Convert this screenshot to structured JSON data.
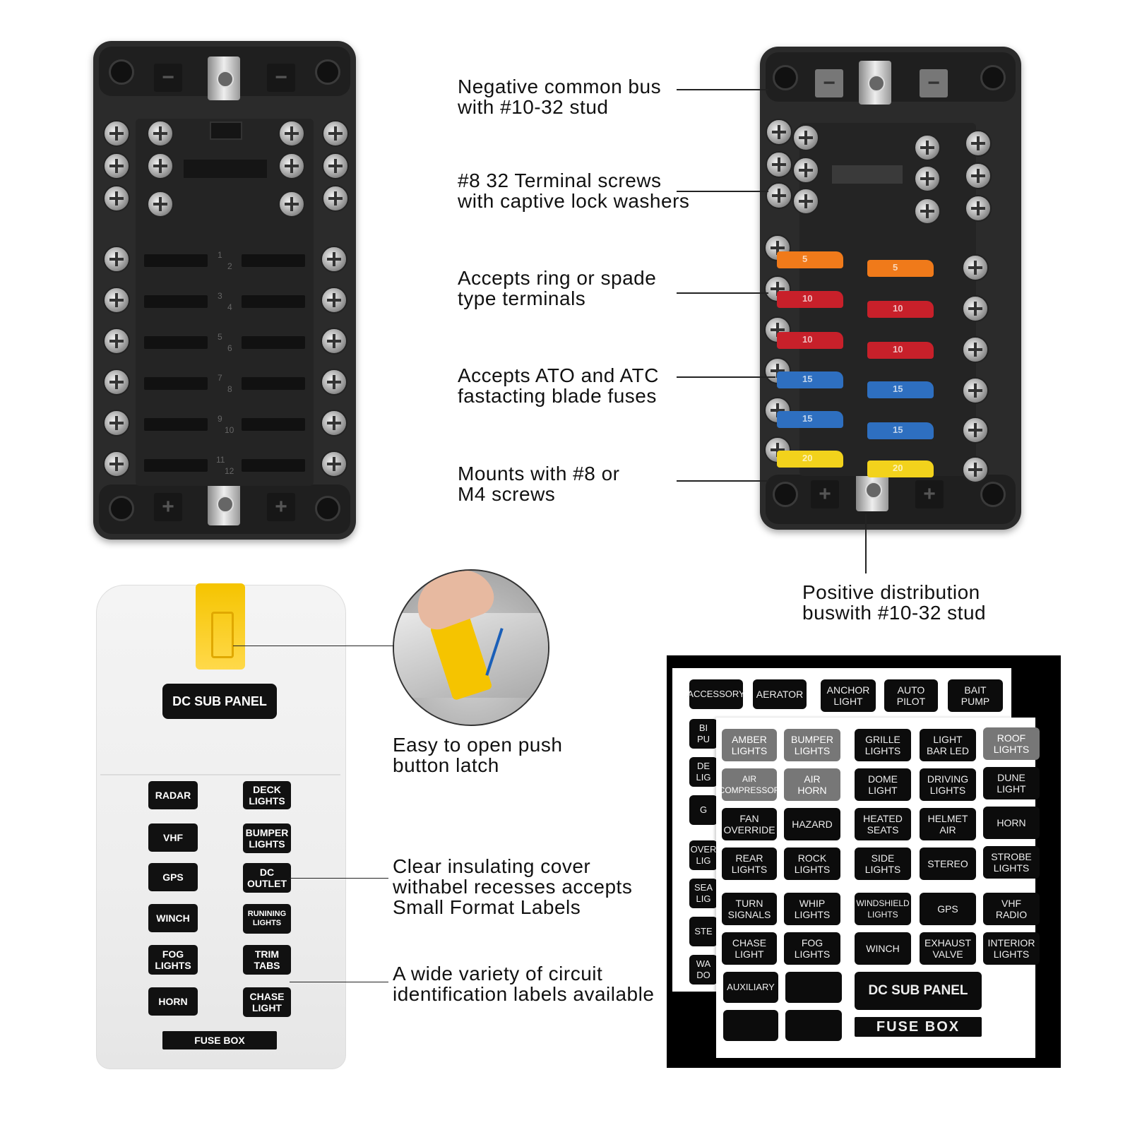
{
  "callouts": {
    "negative_bus": "Negative common bus\nwith #10-32 stud",
    "terminal_screws": "#8 32 Terminal screws\nwith captive lock washers",
    "ring_spade": "Accepts ring or spade\ntype terminals",
    "ato_atc": "Accepts ATO and ATC\nfastacting blade fuses",
    "mounts": "Mounts with #8 or\nM4 screws",
    "positive_bus": "Positive distribution\nbuswith #10-32 stud",
    "push_latch": "Easy to open push\nbutton latch",
    "clear_cover": "Clear insulating cover\nwithabel recesses accepts\nSmall Format Labels",
    "wide_variety": "A wide variety of circuit\nidentification labels available"
  },
  "cover": {
    "panel_label": "DC SUB PANEL",
    "footer_label": "FUSE BOX",
    "left_labels": [
      "RADAR",
      "VHF",
      "GPS",
      "WINCH",
      "FOG\nLIGHTS",
      "HORN"
    ],
    "right_labels": [
      "DECK\nLIGHTS",
      "BUMPER\nLIGHTS",
      "DC\nOUTLET",
      "RUNINING\nLIGHTS",
      "TRIM\nTABS",
      "CHASE\nLIGHT"
    ]
  },
  "fuse_numbers": [
    "1",
    "2",
    "3",
    "4",
    "5",
    "6",
    "7",
    "8",
    "9",
    "10",
    "11",
    "12"
  ],
  "fuse_ratings": [
    "5",
    "5",
    "10",
    "10",
    "10",
    "10",
    "15",
    "15",
    "15",
    "15",
    "20",
    "20"
  ],
  "fuse_colors": [
    "#f07a1a",
    "#f07a1a",
    "#c8202a",
    "#c8202a",
    "#c8202a",
    "#c8202a",
    "#2e6fc0",
    "#2e6fc0",
    "#2e6fc0",
    "#2e6fc0",
    "#f2d21c",
    "#f2d21c"
  ],
  "signs": {
    "minus": "−",
    "plus": "+"
  },
  "sheet_back": {
    "top_row": [
      "ACCESSORY",
      "AERATOR",
      "ANCHOR\nLIGHT",
      "AUTO\nPILOT",
      "BAIT\nPUMP"
    ],
    "partial": [
      "BI\nPU",
      "DE\nLIG",
      "G",
      "OVER\nLIG",
      "SEA\nLIG",
      "STE",
      "WA\nDO"
    ]
  },
  "sheet_front": {
    "rows": [
      [
        "AMBER\nLIGHTS",
        "BUMPER\nLIGHTS",
        "GRILLE\nLIGHTS",
        "LIGHT\nBAR LED",
        "ROOF\nLIGHTS"
      ],
      [
        "AIR\nCOMPRESSOR",
        "AIR\nHORN",
        "DOME\nLIGHT",
        "DRIVING\nLIGHTS",
        "DUNE\nLIGHT"
      ],
      [
        "FAN\nOVERRIDE",
        "HAZARD",
        "HEATED\nSEATS",
        "HELMET\nAIR",
        "HORN"
      ],
      [
        "REAR\nLIGHTS",
        "ROCK\nLIGHTS",
        "SIDE\nLIGHTS",
        "STEREO",
        "STROBE\nLIGHTS"
      ],
      [
        "TURN\nSIGNALS",
        "WHIP\nLIGHTS",
        "WINDSHIELD\nLIGHTS",
        "GPS",
        "VHF\nRADIO"
      ],
      [
        "CHASE\nLIGHT",
        "FOG\nLIGHTS",
        "WINCH",
        "EXHAUST\nVALVE",
        "INTERIOR\nLIGHTS"
      ]
    ],
    "auxiliary": "AUXILIARY",
    "dc_sub_panel": "DC SUB PANEL",
    "fuse_box": "FUSE BOX"
  },
  "colors": {
    "block": "#2b2b2b",
    "latch": "#f5c400",
    "label_bg": "#111111",
    "label_text": "#ffffff"
  }
}
